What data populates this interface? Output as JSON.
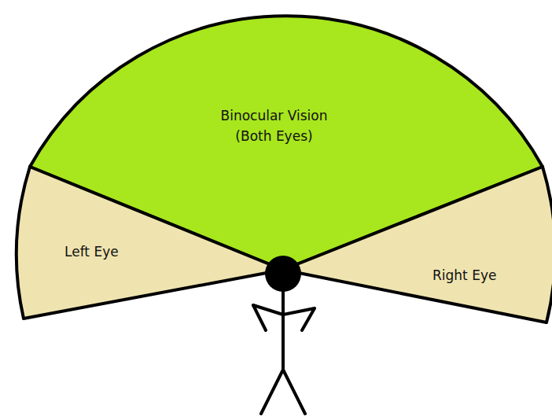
{
  "diagram": {
    "nodes": [
      {
        "text": [
          "Binocular Vision (Both Eyes)"
        ]
      },
      {
        "text": [
          "Left Eye"
        ]
      },
      {
        "text": [
          "Right Eye"
        ]
      }
    ]
  }
}
